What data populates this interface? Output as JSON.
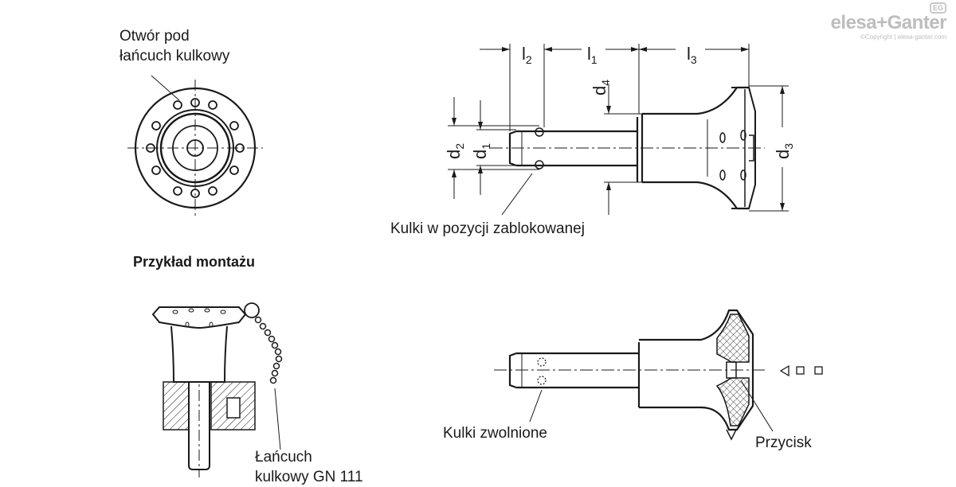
{
  "logo": {
    "brand": "elesa+Ganter",
    "badge": "EG",
    "copyright": "©Copyright | elesa-ganter.com"
  },
  "labels": {
    "chain_hole": [
      "Otwór pod",
      "łańcuch kulkowy"
    ],
    "locked_balls": "Kulki w pozycji zablokowanej",
    "mounting_example": "Przykład montażu",
    "chain": [
      "Łańcuch",
      "kulkowy GN 111"
    ],
    "released_balls": "Kulki zwolnione",
    "button": "Przycisk"
  },
  "dimensions": {
    "l2": {
      "main": "l",
      "sub": "2"
    },
    "l1": {
      "main": "l",
      "sub": "1"
    },
    "l3": {
      "main": "l",
      "sub": "3"
    },
    "d4": {
      "main": "d",
      "sub": "4"
    },
    "d2": {
      "main": "d",
      "sub": "2"
    },
    "d1": {
      "main": "d",
      "sub": "1"
    },
    "d3": {
      "main": "d",
      "sub": "3"
    }
  }
}
